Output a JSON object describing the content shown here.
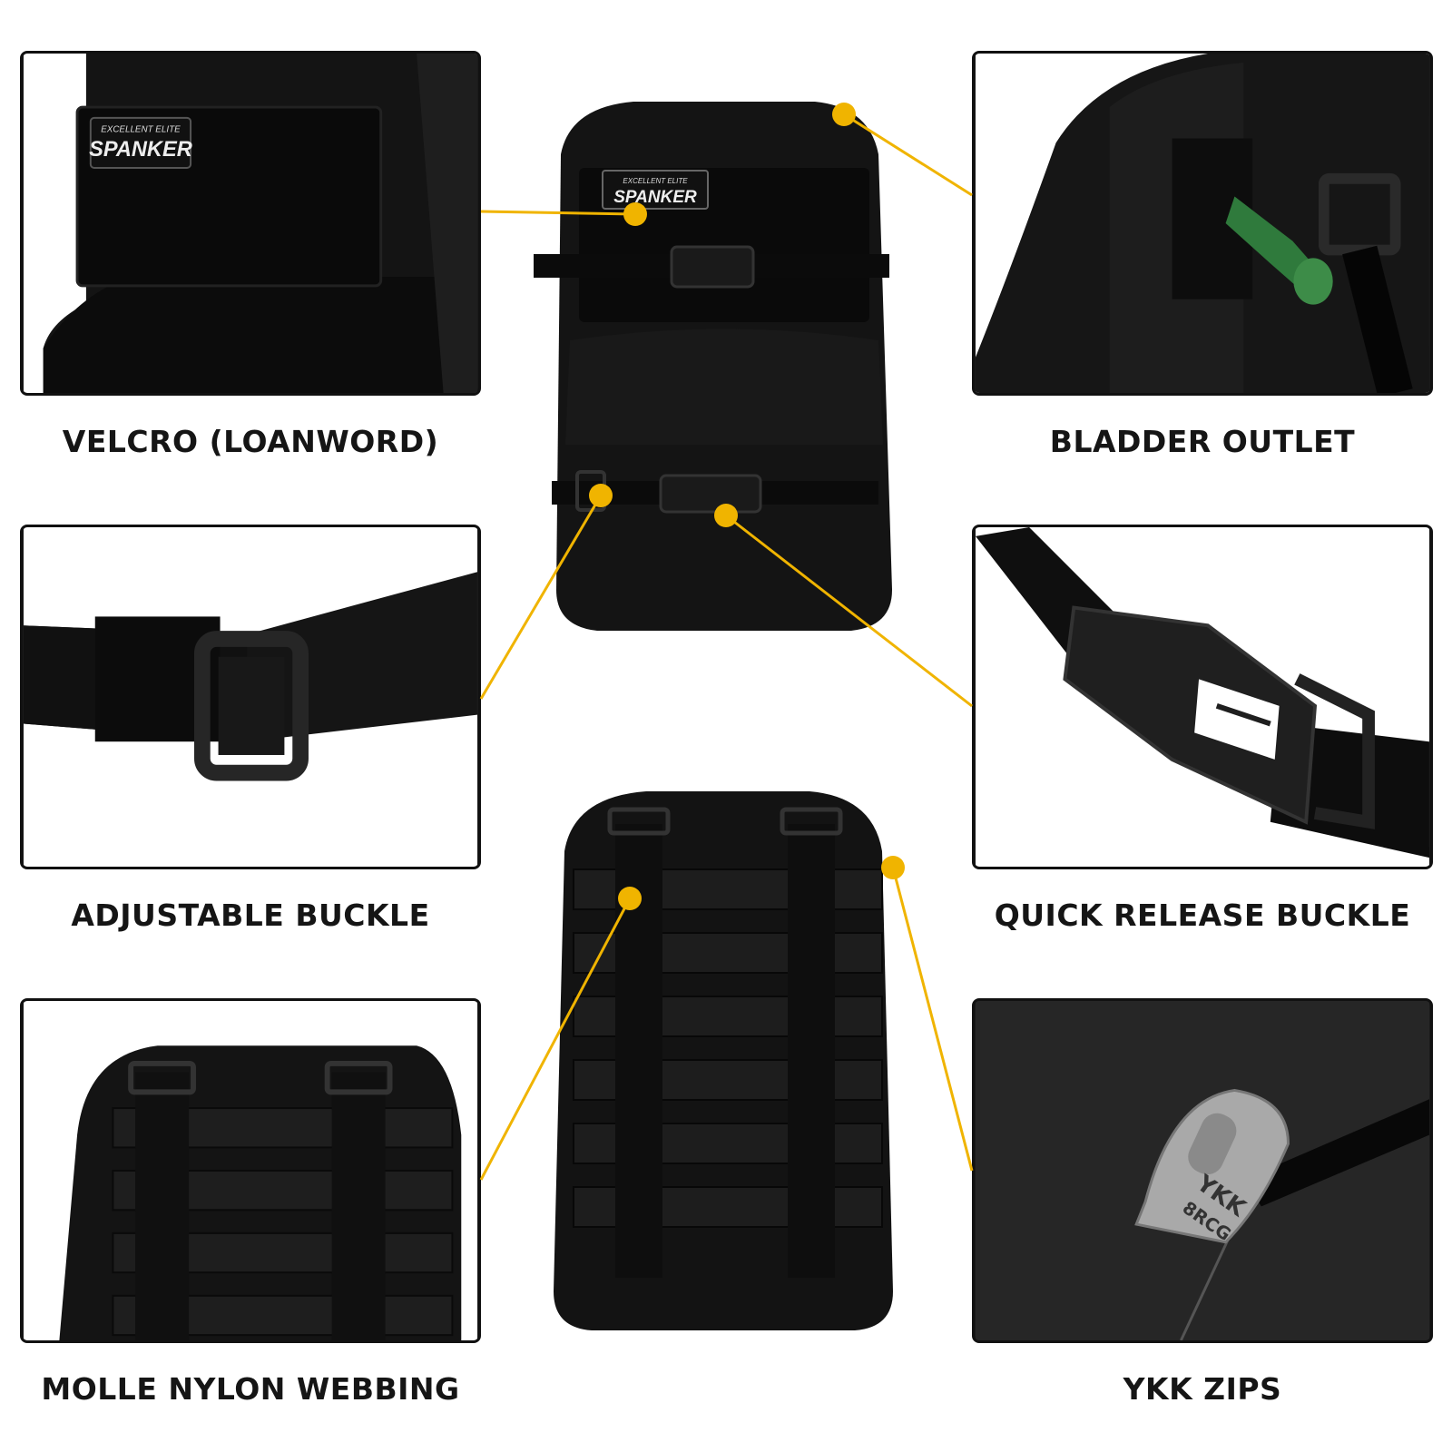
{
  "brand": {
    "line1": "EXCELLENT ELITE",
    "line2": "SPANKER"
  },
  "zipper_text": {
    "line1": "YKK",
    "line2": "8RCG"
  },
  "accent_color": "#F0B400",
  "features": [
    {
      "id": "velcro",
      "label": "VELCRO (LOANWORD)"
    },
    {
      "id": "bladder",
      "label": "BLADDER OUTLET"
    },
    {
      "id": "adjustable",
      "label": "ADJUSTABLE BUCKLE"
    },
    {
      "id": "quick",
      "label": "QUICK RELEASE BUCKLE"
    },
    {
      "id": "molle",
      "label": "MOLLE NYLON WEBBING"
    },
    {
      "id": "ykk",
      "label": "YKK ZIPS"
    }
  ]
}
